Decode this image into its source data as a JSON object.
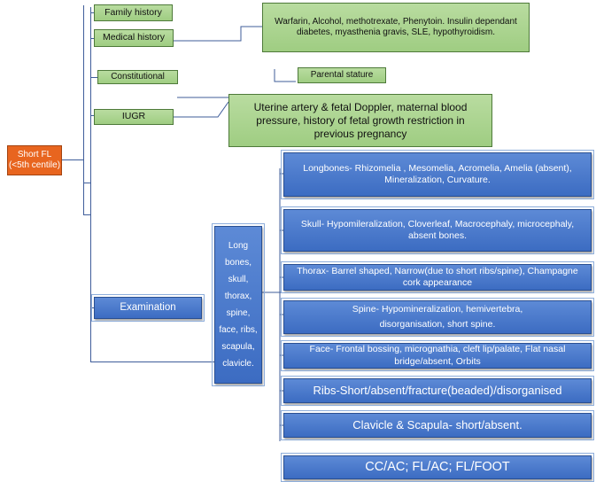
{
  "root": {
    "label": "Short FL (<5th centile)"
  },
  "left_branch": {
    "family_history": "Family  history",
    "medical_history": "Medical history",
    "constitutional": "Constitutional",
    "iugr": "IUGR",
    "examination": "Examination"
  },
  "details": {
    "medical_history_detail": "Warfarin, Alcohol,  methotrexate, Phenytoin. Insulin dependant diabetes, myasthenia gravis, SLE, hypothyroidism.",
    "parental_stature": "Parental stature",
    "iugr_detail": "Uterine artery & fetal Doppler,  maternal blood pressure, history of fetal growth restriction in previous pregnancy"
  },
  "examination_parts": {
    "label": "Long bones, skull, thorax, spine, face, ribs, scapula, clavicle."
  },
  "findings": {
    "longbones": "Longbones- Rhizomelia , Mesomelia, Acromelia,  Amelia (absent),  Mineralization,   Curvature.",
    "skull": "Skull- Hypomileralization,  Cloverleaf, Macrocephaly, microcephaly, absent bones.",
    "thorax": "Thorax- Barrel shaped, Narrow(due to short ribs/spine), Champagne cork appearance",
    "spine": "Spine- Hypomineralization,  hemivertebra, disorganisation, short spine.",
    "face": "Face- Frontal bossing, micrognathia, cleft lip/palate, Flat nasal bridge/absent, Orbits",
    "ribs": "Ribs-Short/absent/fracture(beaded)/disorganised",
    "clavicle": "Clavicle & Scapula- short/absent."
  },
  "ratios": "CC/AC; FL/AC; FL/FOOT",
  "colors": {
    "green": "#a8d38c",
    "blue": "#4472c4",
    "orange": "#e8651f",
    "connector": "#3f5d9a"
  }
}
